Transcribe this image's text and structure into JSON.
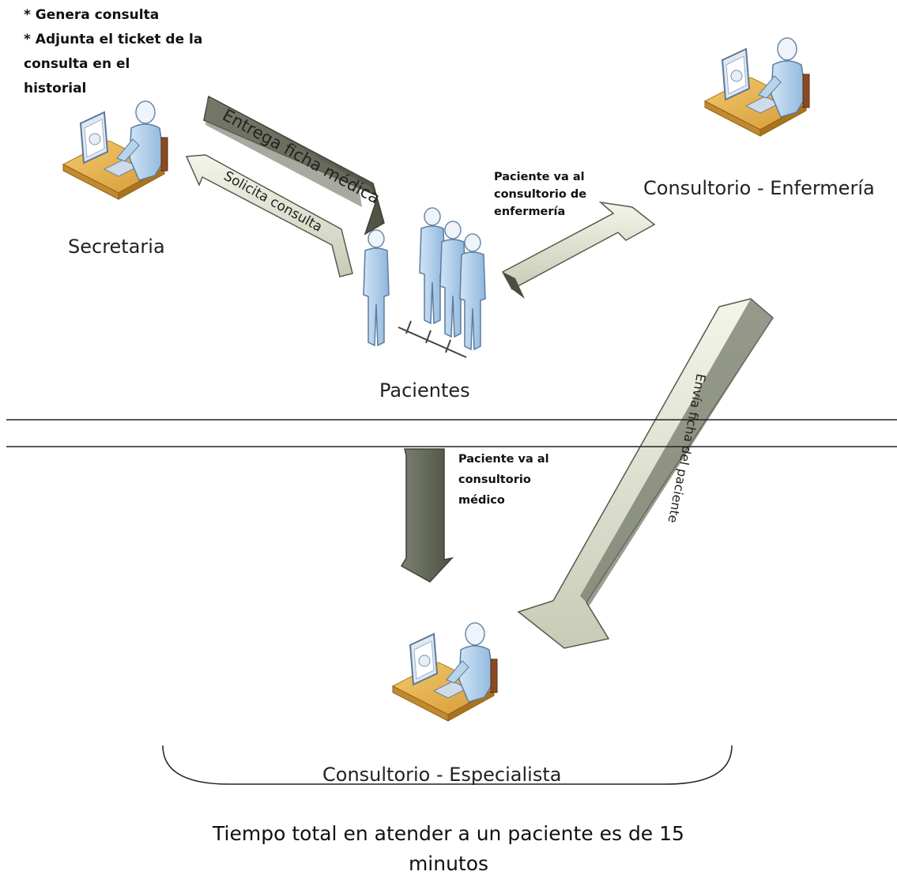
{
  "note": {
    "lines": [
      "* Genera consulta",
      "* Adjunta el ticket de la",
      "consulta en el",
      "historial"
    ]
  },
  "roles": {
    "secretaria": "Secretaria",
    "enfermeria": "Consultorio - Enfermería",
    "pacientes": "Pacientes",
    "especialista": "Consultorio - Especialista"
  },
  "arrows": {
    "entrega": "Entrega ficha médica",
    "solicita": "Solicita consulta",
    "envia": "Envía ficha del paciente"
  },
  "annotations": {
    "enfermeria_lines": [
      "Paciente va al",
      "consultorio de",
      "enfermería"
    ],
    "medico_lines": [
      "Paciente va al",
      "consultorio",
      "médico"
    ]
  },
  "footer": {
    "lines": [
      "Tiempo total en atender a un paciente es de 15",
      "minutos"
    ]
  }
}
